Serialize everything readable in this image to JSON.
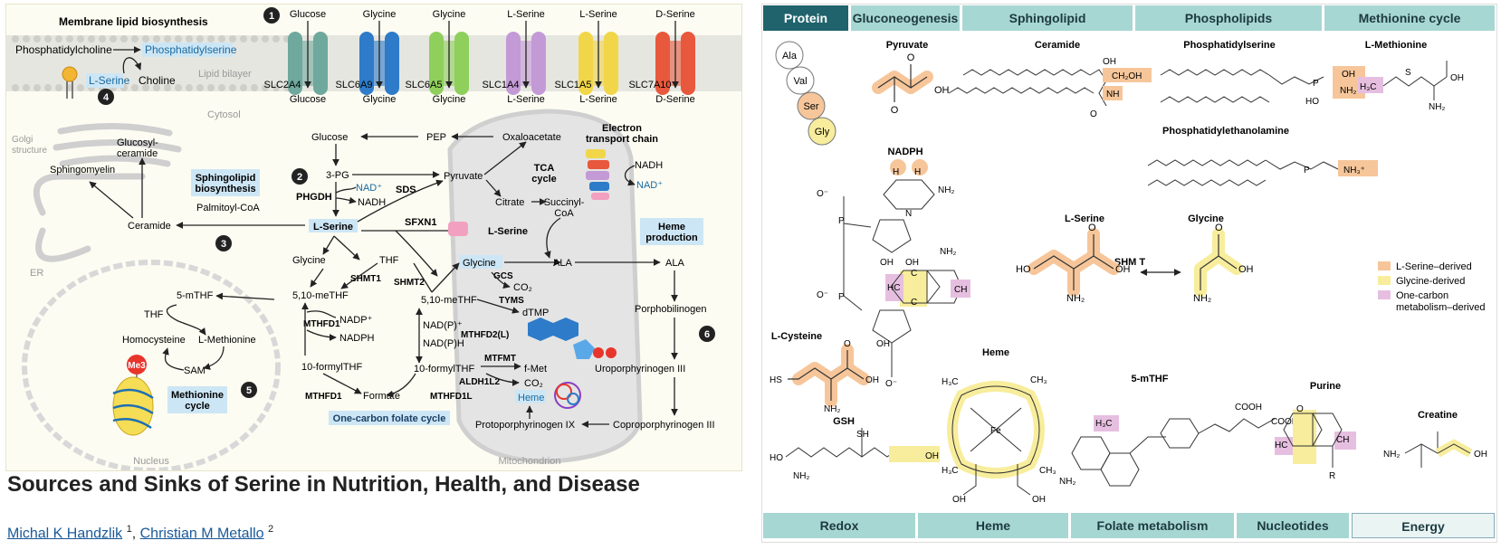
{
  "paper": {
    "title": "Sources and Sinks of Serine in Nutrition, Health, and Disease",
    "authors": [
      {
        "name": "Michal K Handzlik",
        "affiliation": "1"
      },
      {
        "name": "Christian M Metallo",
        "affiliation": "2"
      }
    ],
    "author_separator": ", "
  },
  "left_figure": {
    "header": "Membrane lipid biosynthesis",
    "step_numbers": [
      "1",
      "2",
      "3",
      "4",
      "5",
      "6"
    ],
    "transporters": [
      {
        "substrate_out": "Glucose",
        "name": "SLC2A4",
        "substrate_in": "Glucose",
        "color": "#6fa89c"
      },
      {
        "substrate_out": "Glycine",
        "name": "SLC6A9",
        "substrate_in": "Glycine",
        "color": "#2e7bc9"
      },
      {
        "substrate_out": "Glycine",
        "name": "SLC6A5",
        "substrate_in": "Glycine",
        "color": "#8fcf5c"
      },
      {
        "substrate_out": "L-Serine",
        "name": "SLC1A4",
        "substrate_in": "L-Serine",
        "color": "#c39ad6"
      },
      {
        "substrate_out": "L-Serine",
        "name": "SLC1A5",
        "substrate_in": "L-Serine",
        "color": "#f2d649"
      },
      {
        "substrate_out": "D-Serine",
        "name": "SLC7A10",
        "substrate_in": "D-Serine",
        "color": "#e8583c"
      }
    ],
    "membrane": {
      "phosphatidylcholine": "Phosphatidylcholine",
      "phosphatidylserine": "Phosphatidylserine",
      "lserine": "L-Serine",
      "choline": "Choline",
      "lipid_bilayer": "Lipid bilayer",
      "cytosol": "Cytosol"
    },
    "golgi": {
      "golgi_structure": "Golgi\nstructure",
      "glucosylceramide": "Glucosyl-\nceramide",
      "sphingomyelin": "Sphingomyelin",
      "ceramide": "Ceramide",
      "er": "ER",
      "sphingolipid_biosynthesis": "Sphingolipid\nbiosynthesis",
      "palmitoyl_coa": "Palmitoyl-CoA"
    },
    "nucleus": {
      "label": "Nucleus",
      "five_mthf": "5-mTHF",
      "thf": "THF",
      "homocysteine": "Homocysteine",
      "l_methionine": "L-Methionine",
      "sam": "SAM",
      "me3": "Me3",
      "methionine_cycle": "Methionine\ncycle"
    },
    "cytosol_pathway": {
      "glucose": "Glucose",
      "pep": "PEP",
      "three_pg": "3-PG",
      "phgdh": "PHGDH",
      "nad_plus": "NAD⁺",
      "nadh": "NADH",
      "sds": "SDS",
      "pyruvate": "Pyruvate",
      "lserine": "L-Serine",
      "sfxn1": "SFXN1",
      "glycine": "Glycine",
      "thf": "THF",
      "shmt1": "SHMT1",
      "shmt2": "SHMT2",
      "meTHF": "5,10-meTHF",
      "mthfd1": "MTHFD1",
      "nadp_plus": "NADP⁺",
      "nadph": "NADPH",
      "formylthf": "10-formylTHF",
      "formate": "Formate",
      "one_carbon": "One-carbon folate cycle"
    },
    "mito": {
      "label": "Mitochondrion",
      "oxaloacetate": "Oxaloacetate",
      "electron_transport_chain": "Electron\ntransport chain",
      "nadh": "NADH",
      "nad_plus": "NAD⁺",
      "tca_cycle": "TCA\ncycle",
      "citrate": "Citrate",
      "succinyl_coa": "Succinyl-\nCoA",
      "lserine": "L-Serine",
      "glycine": "Glycine",
      "gcs": "GCS",
      "co2": "CO₂",
      "meTHF": "5,10-meTHF",
      "tyms": "TYMS",
      "dtmp": "dTMP",
      "nadp_plus": "NAD(P)⁺",
      "nadph": "NAD(P)H",
      "mthfd2l": "MTHFD2(L)",
      "mtfmt": "MTFMT",
      "formylthf": "10-formylTHF",
      "fmet": "f-Met",
      "aldh1l2": "ALDH1L2",
      "co2b": "CO₂",
      "mthfd1l": "MTHFD1L",
      "heme": "Heme",
      "protoporphyrinogen": "Protoporphyrinogen IX"
    },
    "heme_pathway": {
      "heme_production": "Heme\nproduction",
      "ala1": "ALA",
      "ala2": "ALA",
      "porphobilinogen": "Porphobilinogen",
      "uroporphyrinogen": "Uroporphyrinogen III",
      "coproporphyrinogen": "Coproporphyrinogen III"
    }
  },
  "right_figure": {
    "top_tabs": [
      {
        "label": "Protein",
        "active": true
      },
      {
        "label": "Gluconeogenesis",
        "active": false
      },
      {
        "label": "Sphingolipid",
        "active": false
      },
      {
        "label": "Phospholipids",
        "active": false
      },
      {
        "label": "Methionine cycle",
        "active": false
      }
    ],
    "bottom_tabs": [
      {
        "label": "Redox"
      },
      {
        "label": "Heme"
      },
      {
        "label": "Folate metabolism"
      },
      {
        "label": "Nucleotides"
      },
      {
        "label": "Energy"
      }
    ],
    "amino_acids": [
      "Ala",
      "Val",
      "Ser",
      "Gly"
    ],
    "molecule_names": {
      "pyruvate": "Pyruvate",
      "ceramide": "Ceramide",
      "phosphatidylserine": "Phosphatidylserine",
      "lmethionine": "L-Methionine",
      "phosphatidylethanolamine": "Phosphatidylethanolamine",
      "nadph": "NADPH",
      "lserine": "L-Serine",
      "glycine": "Glycine",
      "shmt": "SHM T",
      "lcysteine": "L-Cysteine",
      "heme": "Heme",
      "five_mthf": "5-mTHF",
      "purine": "Purine",
      "gsh": "GSH",
      "creatine": "Creatine"
    },
    "atom_labels": {
      "oh": "OH",
      "o": "O",
      "nh": "NH",
      "ch2oh": "CH₂OH",
      "nh2": "NH₂",
      "nh3": "NH₃⁺",
      "h3c": "H₃C",
      "s": "S",
      "ho": "HO",
      "hs": "HS",
      "p": "P",
      "ominus": "O⁻",
      "n": "N",
      "h": "H",
      "hc": "HC",
      "ch": "CH",
      "c": "C",
      "fe": "Fe",
      "cooh": "COOH",
      "sh": "SH",
      "r": "R",
      "ch3": "CH₃"
    },
    "legend": [
      {
        "label": "L-Serine–derived",
        "color": "#f6c69a"
      },
      {
        "label": "Glycine-derived",
        "color": "#f7ed9c"
      },
      {
        "label": "One-carbon\nmetabolism–derived",
        "color": "#e6bfe0"
      }
    ]
  },
  "colors": {
    "serine_highlight": "#f6c69a",
    "glycine_highlight": "#f7ed9c",
    "one_carbon_highlight": "#e6bfe0",
    "label_box": "#cde6f5",
    "tab_teal": "#a7d7d3",
    "tab_active": "#20636c"
  }
}
